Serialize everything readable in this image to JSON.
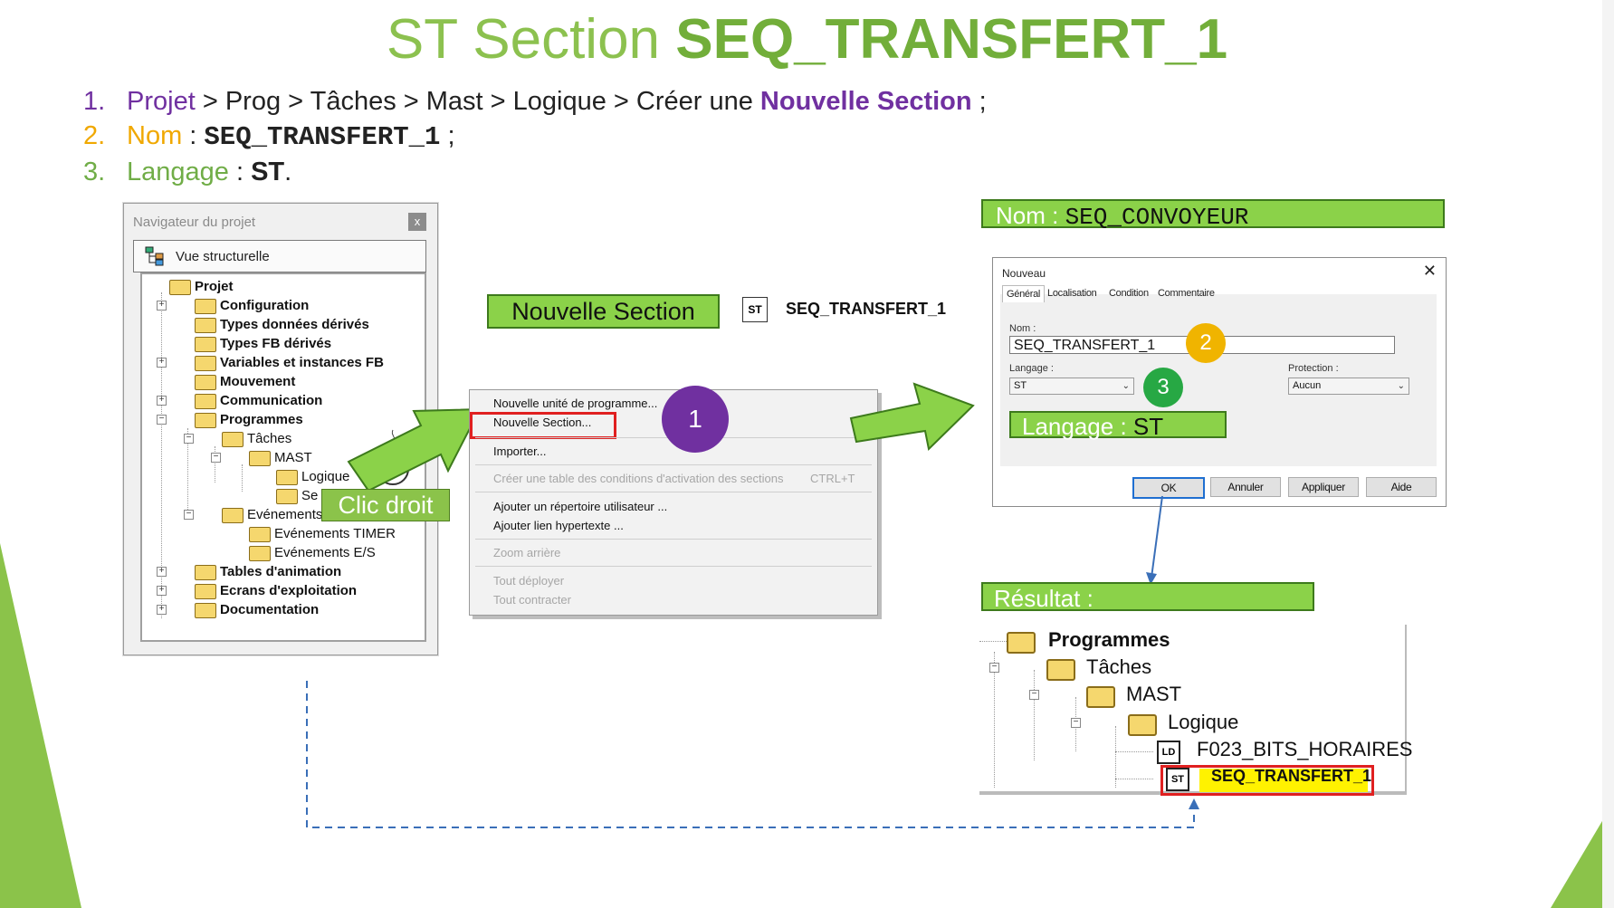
{
  "title": {
    "prefix": "ST Section ",
    "name": "SEQ_TRANSFERT_1"
  },
  "steps": [
    {
      "num": "1.",
      "parts": [
        "Projet",
        " > Prog > Tâches > Mast > Logique > Créer une ",
        "Nouvelle Section",
        " ;"
      ]
    },
    {
      "num": "2.",
      "parts": [
        "Nom",
        " : ",
        "SEQ_TRANSFERT_1",
        " ;"
      ]
    },
    {
      "num": "3.",
      "parts": [
        "Langage",
        " : ",
        "ST",
        "."
      ]
    }
  ],
  "navigator": {
    "title": "Navigateur du projet",
    "close": "x",
    "view_tab": "Vue structurelle",
    "tree": [
      "Projet",
      "Configuration",
      "Types données dérivés",
      "Types FB dérivés",
      "Variables et instances FB",
      "Mouvement",
      "Communication",
      "Programmes",
      "Tâches",
      "MAST",
      "Logique",
      "Se",
      "Evénements",
      "Evénements TIMER",
      "Evénements E/S",
      "Tables d'animation",
      "Ecrans d'exploitation",
      "Documentation"
    ]
  },
  "clic_droit": "Clic droit",
  "nouvelle_section_badge": "Nouvelle Section",
  "section_icon": "ST",
  "section_label": "SEQ_TRANSFERT_1",
  "context_menu": {
    "items": [
      "Nouvelle unité de programme...",
      "Nouvelle Section...",
      "Importer...",
      "Créer une table des conditions d'activation des sections",
      "Ajouter un répertoire utilisateur ...",
      "Ajouter lien hypertexte ...",
      "Zoom arrière",
      "Tout déployer",
      "Tout contracter"
    ],
    "shortcut": "CTRL+T"
  },
  "markers": {
    "one": "1",
    "two": "2",
    "three": "3"
  },
  "nom_badge": {
    "label": "Nom : ",
    "value": "SEQ_CONVOYEUR"
  },
  "dialog": {
    "title": "Nouveau",
    "close": "✕",
    "tabs": [
      "Général",
      "Localisation",
      "Condition",
      "Commentaire"
    ],
    "nom_label": "Nom :",
    "nom_value": "SEQ_TRANSFERT_1",
    "langage_label": "Langage :",
    "langage_value": "ST",
    "protection_label": "Protection :",
    "protection_value": "Aucun",
    "buttons": [
      "OK",
      "Annuler",
      "Appliquer",
      "Aide"
    ]
  },
  "langage_badge": {
    "label": "Langage : ",
    "value": "ST"
  },
  "resultat_badge": "Résultat :",
  "result_tree": {
    "items": [
      "Programmes",
      "Tâches",
      "MAST",
      "Logique",
      "F023_BITS_HORAIRES",
      "SEQ_TRANSFERT_1"
    ],
    "icons": [
      "LD",
      "ST"
    ]
  },
  "colors": {
    "title": "#8cc14f",
    "badge_green": "#8bd249",
    "purple": "#7030a0",
    "orange": "#f0a800",
    "step_green": "#70ad47",
    "highlight_red": "#e02020",
    "highlight_yellow": "#fff200"
  }
}
